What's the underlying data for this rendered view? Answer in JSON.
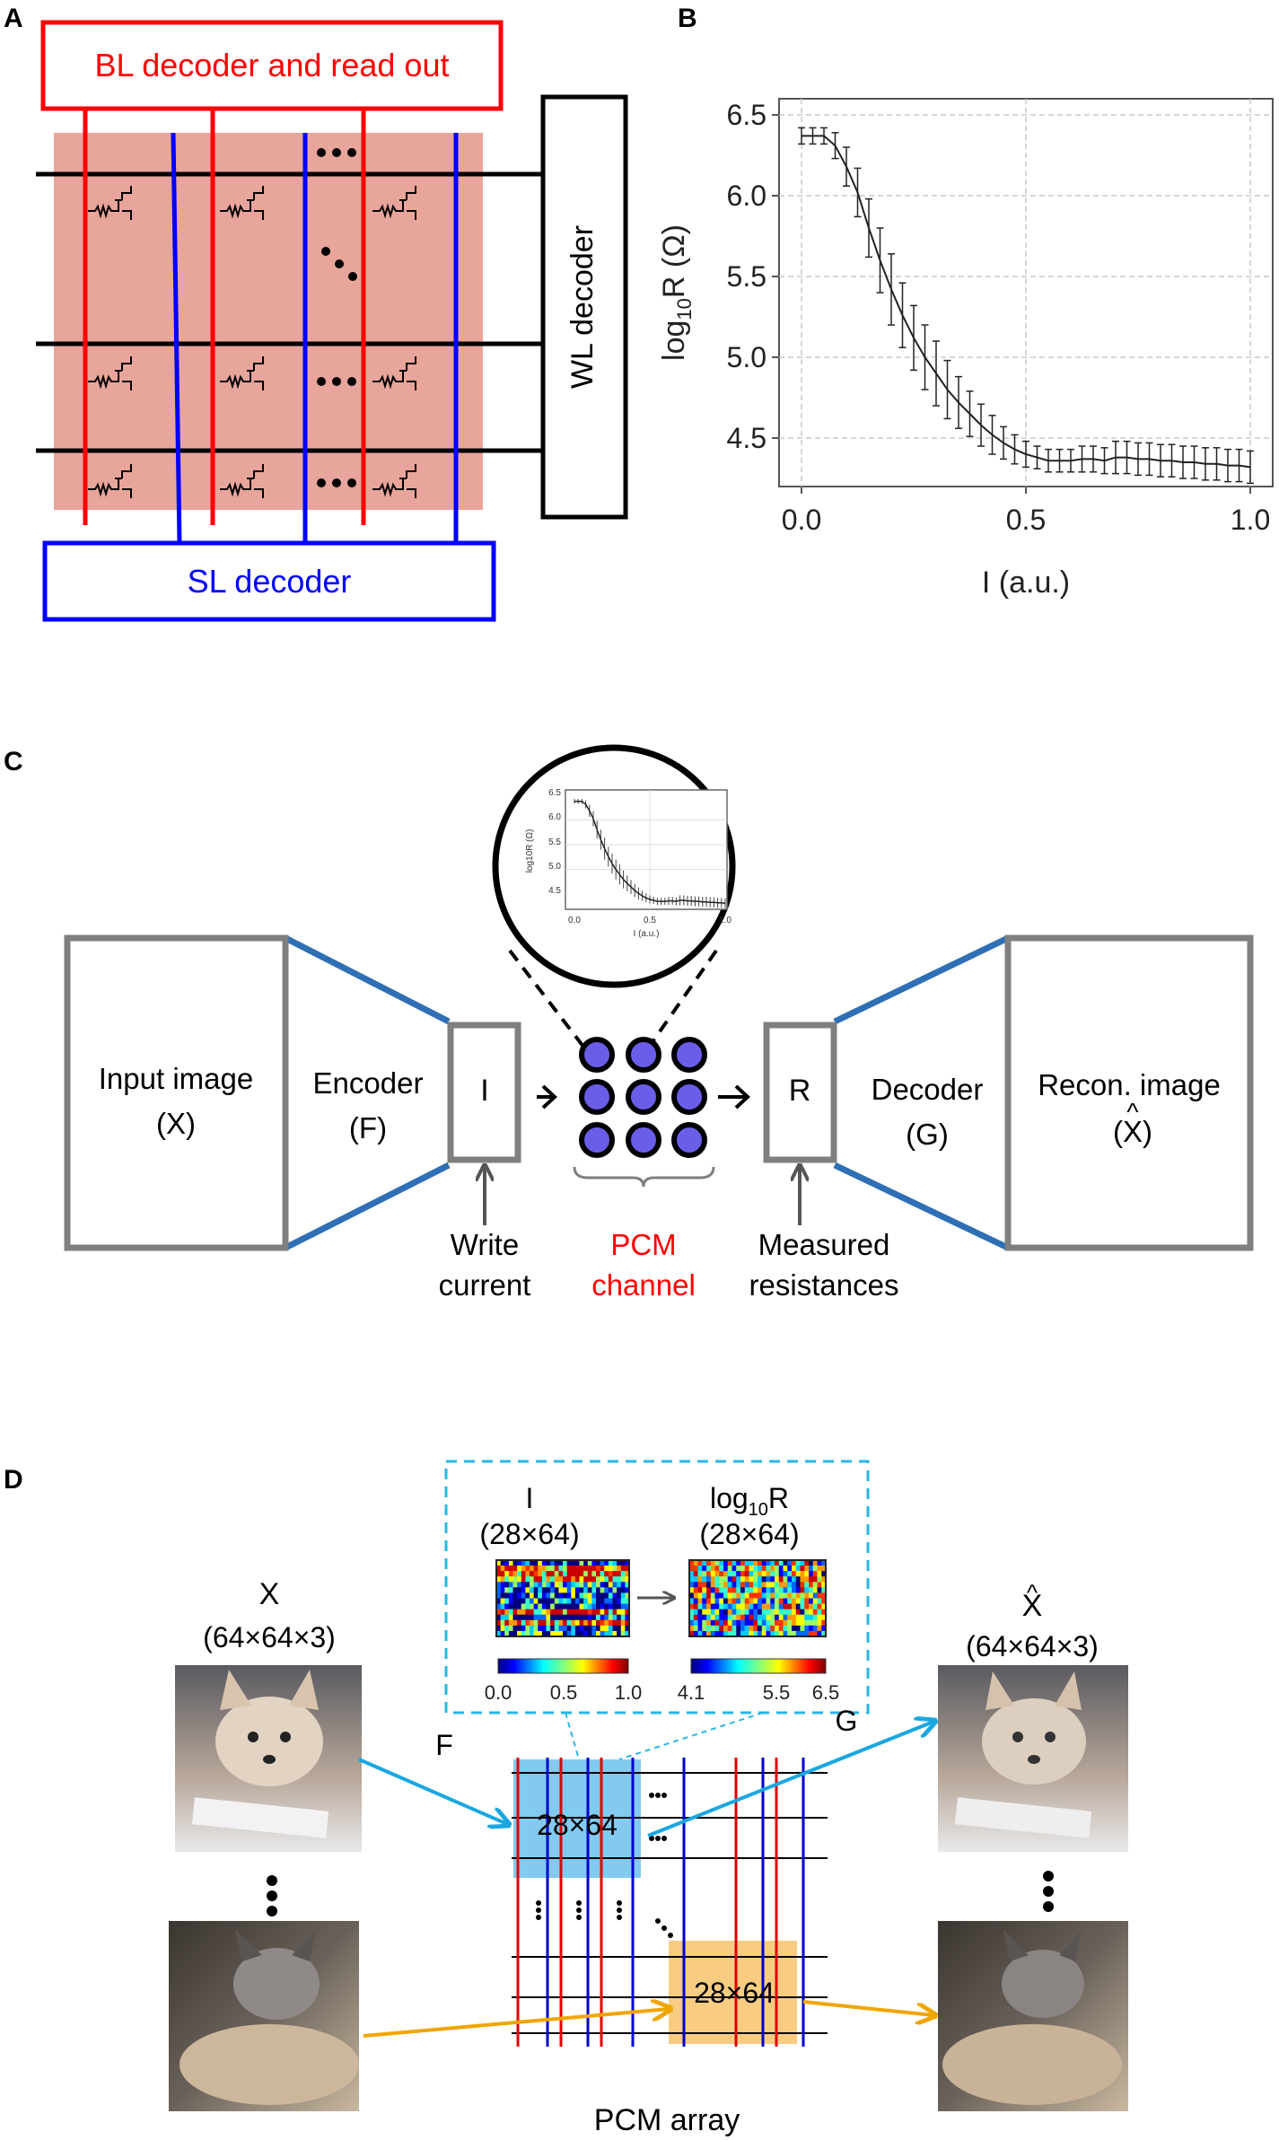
{
  "panels": {
    "a": {
      "letter": "A",
      "bl_decoder": "BL decoder and read out",
      "sl_decoder": "SL decoder",
      "wl_decoder": "WL decoder",
      "colors": {
        "bl": "#ff0000",
        "sl": "#0000ff",
        "wl": "#000000",
        "array_fill": "#e8a59b"
      }
    },
    "b": {
      "letter": "B",
      "ylabel_main": "log",
      "ylabel_sub": "10",
      "ylabel_rest": "R (Ω)",
      "xlabel": "I (a.u.)"
    },
    "c": {
      "letter": "C",
      "input_image_line1": "Input image",
      "input_image_line2": "(X)",
      "encoder_line1": "Encoder",
      "encoder_line2": "(F)",
      "i_box": "I",
      "r_box": "R",
      "decoder_line1": "Decoder",
      "decoder_line2": "(G)",
      "recon_line1": "Recon. image",
      "recon_line2": "(X)",
      "recon_hat": "^",
      "write_line1": "Write",
      "write_line2": "current",
      "pcm_line1": "PCM",
      "pcm_line2": "channel",
      "measured_line1": "Measured",
      "measured_line2": "resistances",
      "inset_ylabel": "log10R (Ω)",
      "inset_xlabel": "I (a.u.)",
      "colors": {
        "box": "#7f7f7f",
        "funnel": "#2e6fb5",
        "dot_fill": "#6a5ee8",
        "pcm_text": "#ff0000"
      }
    },
    "d": {
      "letter": "D",
      "x_label": "X",
      "x_dims": "(64×64×3)",
      "xhat_label": "X",
      "xhat_hat": "^",
      "xhat_dims": "(64×64×3)",
      "i_label": "I",
      "i_dims": "(28×64)",
      "logr_main": "log",
      "logr_sub": "10",
      "logr_rest": "R",
      "logr_dims": "(28×64)",
      "cbar1_ticks": [
        "0.0",
        "0.5",
        "1.0"
      ],
      "cbar2_ticks": [
        "4.1",
        "5.5",
        "6.5"
      ],
      "f_label": "F",
      "g_label": "G",
      "block_label": "28×64",
      "array_label": "PCM array",
      "colors": {
        "blue_arrow": "#1aa7e0",
        "orange_arrow": "#f0a500",
        "blue_block": "#6cc1ec",
        "orange_block": "#f7c46c",
        "dash_box": "#29b6e6"
      }
    }
  },
  "chart_data": {
    "type": "line",
    "title": "",
    "xlabel": "I (a.u.)",
    "ylabel": "log10R (Ω)",
    "xlim": [
      -0.05,
      1.05
    ],
    "ylim": [
      4.2,
      6.6
    ],
    "xticks": [
      "0.0",
      "0.5",
      "1.0"
    ],
    "yticks": [
      "4.5",
      "5.0",
      "5.5",
      "6.0",
      "6.5"
    ],
    "grid": true,
    "x": [
      0.0,
      0.025,
      0.05,
      0.075,
      0.1,
      0.125,
      0.15,
      0.175,
      0.2,
      0.225,
      0.25,
      0.275,
      0.3,
      0.325,
      0.35,
      0.375,
      0.4,
      0.425,
      0.45,
      0.475,
      0.5,
      0.525,
      0.55,
      0.575,
      0.6,
      0.625,
      0.65,
      0.675,
      0.7,
      0.725,
      0.75,
      0.775,
      0.8,
      0.825,
      0.85,
      0.875,
      0.9,
      0.925,
      0.95,
      0.975,
      1.0
    ],
    "y": [
      6.37,
      6.37,
      6.37,
      6.31,
      6.18,
      6.02,
      5.8,
      5.6,
      5.42,
      5.26,
      5.12,
      5.0,
      4.9,
      4.8,
      4.72,
      4.65,
      4.58,
      4.52,
      4.47,
      4.43,
      4.4,
      4.38,
      4.36,
      4.36,
      4.36,
      4.37,
      4.37,
      4.36,
      4.38,
      4.38,
      4.37,
      4.37,
      4.36,
      4.36,
      4.35,
      4.35,
      4.34,
      4.34,
      4.33,
      4.33,
      4.32
    ],
    "err": [
      0.05,
      0.05,
      0.05,
      0.08,
      0.12,
      0.15,
      0.18,
      0.2,
      0.22,
      0.2,
      0.2,
      0.2,
      0.2,
      0.18,
      0.16,
      0.14,
      0.13,
      0.12,
      0.1,
      0.09,
      0.08,
      0.07,
      0.07,
      0.07,
      0.07,
      0.08,
      0.08,
      0.08,
      0.1,
      0.1,
      0.1,
      0.1,
      0.1,
      0.1,
      0.1,
      0.1,
      0.1,
      0.1,
      0.1,
      0.1,
      0.1
    ]
  }
}
